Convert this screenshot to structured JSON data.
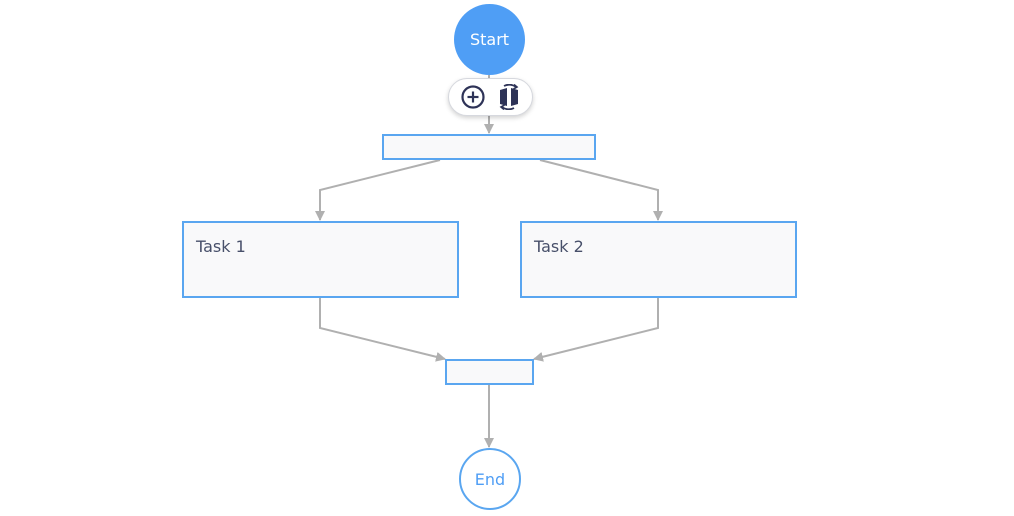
{
  "diagram": {
    "start": {
      "label": "Start"
    },
    "end": {
      "label": "End"
    },
    "tasks": [
      {
        "label": "Task 1"
      },
      {
        "label": "Task 2"
      }
    ]
  },
  "toolbar": {
    "buttons": [
      {
        "icon": "add-circle-icon"
      },
      {
        "icon": "switch-parallel-icon"
      }
    ]
  },
  "colors": {
    "accent": "#4f9ef5",
    "border": "#5aa6f0",
    "edge": "#b0b0b0",
    "node_fill": "#f9f9fa",
    "icon": "#2e3357"
  }
}
